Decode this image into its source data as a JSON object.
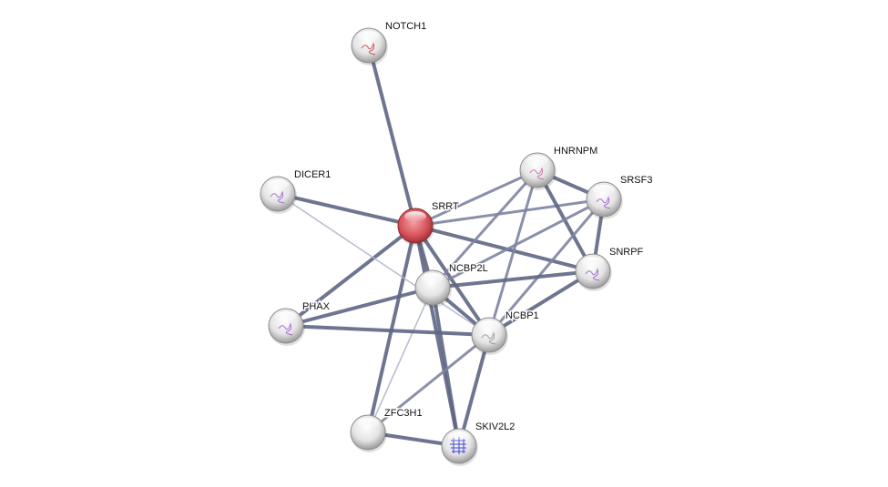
{
  "network": {
    "query_node": "SRRT",
    "colors": {
      "edge_strong": "#5e6684",
      "edge_medium": "#7d84a0",
      "edge_weak": "#b3b8ca",
      "query_node": "#d9545b",
      "node": "#e6e6e6"
    },
    "nodes": [
      {
        "id": "NOTCH1",
        "label": "NOTCH1",
        "structure": "red"
      },
      {
        "id": "HNRNPM",
        "label": "HNRNPM",
        "structure": "pink"
      },
      {
        "id": "SRSF3",
        "label": "SRSF3",
        "structure": "purple"
      },
      {
        "id": "DICER1",
        "label": "DICER1",
        "structure": "purple"
      },
      {
        "id": "SRRT",
        "label": "SRRT",
        "structure": "query"
      },
      {
        "id": "SNRPF",
        "label": "SNRPF",
        "structure": "purple"
      },
      {
        "id": "NCBP2L",
        "label": "NCBP2L",
        "structure": "none"
      },
      {
        "id": "PHAX",
        "label": "PHAX",
        "structure": "purple"
      },
      {
        "id": "NCBP1",
        "label": "NCBP1",
        "structure": "grey"
      },
      {
        "id": "ZFC3H1",
        "label": "ZFC3H1",
        "structure": "none"
      },
      {
        "id": "SKIV2L2",
        "label": "SKIV2L2",
        "structure": "blue"
      }
    ],
    "edges": [
      {
        "a": "SRRT",
        "b": "NOTCH1",
        "strength": "strong"
      },
      {
        "a": "SRRT",
        "b": "DICER1",
        "strength": "strong"
      },
      {
        "a": "SRRT",
        "b": "HNRNPM",
        "strength": "medium"
      },
      {
        "a": "SRRT",
        "b": "SRSF3",
        "strength": "medium"
      },
      {
        "a": "SRRT",
        "b": "SNRPF",
        "strength": "strong"
      },
      {
        "a": "SRRT",
        "b": "NCBP2L",
        "strength": "strong"
      },
      {
        "a": "SRRT",
        "b": "NCBP1",
        "strength": "strong"
      },
      {
        "a": "SRRT",
        "b": "PHAX",
        "strength": "strong"
      },
      {
        "a": "SRRT",
        "b": "ZFC3H1",
        "strength": "strong"
      },
      {
        "a": "SRRT",
        "b": "SKIV2L2",
        "strength": "strong"
      },
      {
        "a": "DICER1",
        "b": "NCBP1",
        "strength": "weak"
      },
      {
        "a": "HNRNPM",
        "b": "SRSF3",
        "strength": "strong"
      },
      {
        "a": "HNRNPM",
        "b": "SNRPF",
        "strength": "strong"
      },
      {
        "a": "HNRNPM",
        "b": "NCBP2L",
        "strength": "medium"
      },
      {
        "a": "HNRNPM",
        "b": "NCBP1",
        "strength": "medium"
      },
      {
        "a": "SRSF3",
        "b": "SNRPF",
        "strength": "strong"
      },
      {
        "a": "SRSF3",
        "b": "NCBP2L",
        "strength": "medium"
      },
      {
        "a": "SRSF3",
        "b": "NCBP1",
        "strength": "medium"
      },
      {
        "a": "SNRPF",
        "b": "NCBP2L",
        "strength": "strong"
      },
      {
        "a": "SNRPF",
        "b": "NCBP1",
        "strength": "strong"
      },
      {
        "a": "NCBP2L",
        "b": "PHAX",
        "strength": "strong"
      },
      {
        "a": "NCBP2L",
        "b": "NCBP1",
        "strength": "strong"
      },
      {
        "a": "NCBP2L",
        "b": "SKIV2L2",
        "strength": "strong"
      },
      {
        "a": "NCBP2L",
        "b": "ZFC3H1",
        "strength": "weak"
      },
      {
        "a": "PHAX",
        "b": "NCBP1",
        "strength": "strong"
      },
      {
        "a": "NCBP1",
        "b": "SKIV2L2",
        "strength": "strong"
      },
      {
        "a": "NCBP1",
        "b": "ZFC3H1",
        "strength": "medium"
      },
      {
        "a": "ZFC3H1",
        "b": "SKIV2L2",
        "strength": "strong"
      }
    ]
  }
}
